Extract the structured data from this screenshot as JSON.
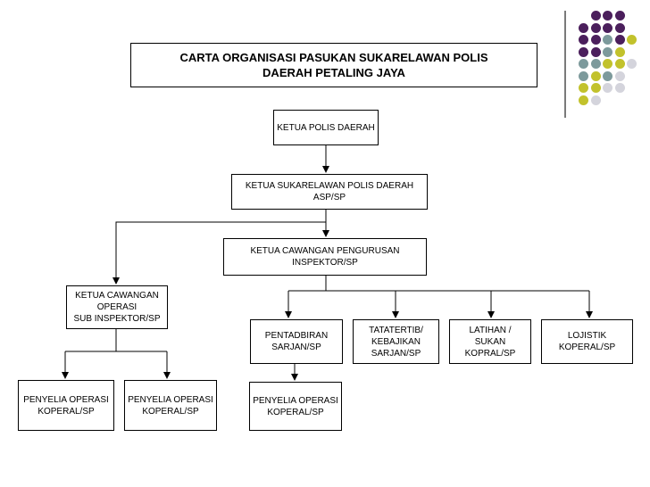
{
  "title": "CARTA ORGANISASI PASUKAN SUKARELAWAN POLIS\nDAERAH PETALING JAYA",
  "nodes": {
    "ketua_polis_daerah": "KETUA POLIS DAERAH",
    "ketua_sukarelawan": "KETUA SUKARELAWAN POLIS DAERAH\nASP/SP",
    "ketua_cawangan_pengurusan": "KETUA CAWANGAN PENGURUSAN\nINSPEKTOR/SP",
    "ketua_cawangan_operasi": "KETUA CAWANGAN\nOPERASI\nSUB INSPEKTOR/SP",
    "penyelia_operasi_1": "PENYELIA OPERASI\nKOPERAL/SP",
    "penyelia_operasi_2": "PENYELIA OPERASI\nKOPERAL/SP",
    "pentadbiran": "PENTADBIRAN\nSARJAN/SP",
    "penyelia_operasi_3": "PENYELIA OPERASI\nKOPERAL/SP",
    "tatatertib": "TATATERTIB/\nKEBAJIKAN\nSARJAN/SP",
    "latihan": "LATIHAN /\nSUKAN\nKOPRAL/SP",
    "logistik": "LOJISTIK\nKOPERAL/SP"
  },
  "decor_colors": {
    "purple": "#4b1f5c",
    "teal": "#7d9a9c",
    "olive": "#c2c22c",
    "grey": "#d4d4dc",
    "rule": "#7a7a7a"
  }
}
